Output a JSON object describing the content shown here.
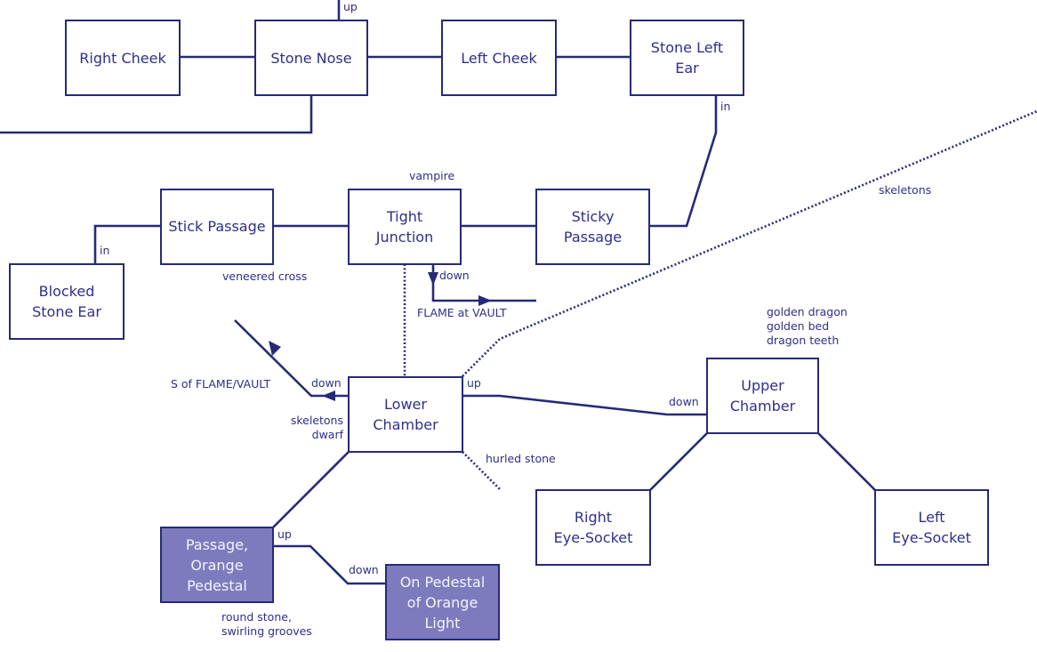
{
  "colors": {
    "line": "#262a78",
    "text": "#2e2f8c",
    "highlight_fill": "#7d7bbd"
  },
  "rooms": {
    "right_cheek": "Right Cheek",
    "stone_nose": "Stone Nose",
    "left_cheek": "Left Cheek",
    "stone_left_ear": "Stone Left\nEar",
    "stick_passage": "Stick Passage",
    "tight_junction": "Tight\nJunction",
    "sticky_passage": "Sticky\nPassage",
    "blocked_stone_ear": "Blocked\nStone Ear",
    "lower_chamber": "Lower\nChamber",
    "upper_chamber": "Upper\nChamber",
    "right_eye_socket": "Right\nEye-Socket",
    "left_eye_socket": "Left\nEye-Socket",
    "passage_orange_pedestal": "Passage,\nOrange\nPedestal",
    "on_pedestal_orange_light": "On Pedestal\nof Orange\nLight"
  },
  "labels": {
    "up_stone_nose": "up",
    "in_left_ear": "in",
    "in_blocked_ear": "in",
    "vampire": "vampire",
    "veneered_cross": "veneered cross",
    "down_tight": "down",
    "flame_at_vault": "FLAME at VAULT",
    "skeletons_far": "skeletons",
    "golden_items": "golden dragon\ngolden bed\ndragon teeth",
    "down_lower_left": "down",
    "s_of_flame_vault": "S of FLAME/VAULT",
    "up_lower": "up",
    "down_upper": "down",
    "skeletons_dwarf": "skeletons\ndwarf",
    "hurled_stone": "hurled stone",
    "up_passage": "up",
    "down_pedestal": "down",
    "round_stone": "round stone,\nswirling grooves"
  }
}
